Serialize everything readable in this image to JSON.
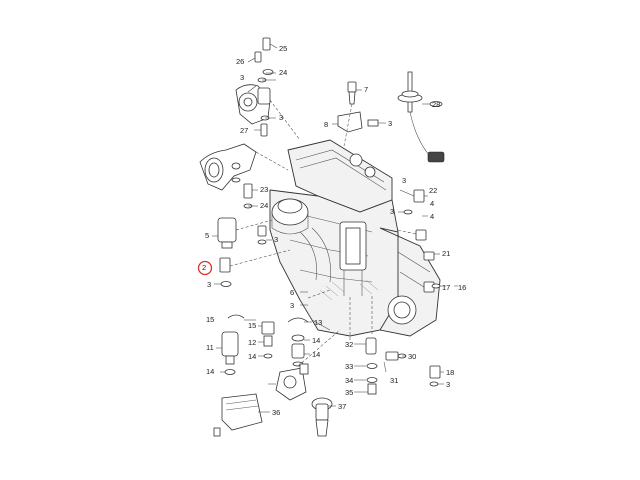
{
  "diagram": {
    "highlight_color": "#d9302a",
    "highlighted_callout": "2",
    "callouts": {
      "c2": "2",
      "c3a": "3",
      "c3b": "3",
      "c3c": "3",
      "c3d": "3",
      "c3e": "3",
      "c3f": "3",
      "c3g": "3",
      "c3h": "3",
      "c4a": "4",
      "c4b": "4",
      "c5": "5",
      "c6": "6",
      "c7": "7",
      "c8": "8",
      "c11": "11",
      "c12": "12",
      "c13": "13",
      "c14a": "14",
      "c14b": "14",
      "c14c": "14",
      "c15a": "15",
      "c15b": "15",
      "c16": "16",
      "c17": "17",
      "c18": "18",
      "c21": "21",
      "c22": "22",
      "c23": "23",
      "c24a": "24",
      "c24b": "24",
      "c25": "25",
      "c26": "26",
      "c27": "27",
      "c28": "28",
      "c30": "30",
      "c31": "31",
      "c32": "32",
      "c33": "33",
      "c34": "34",
      "c35": "35",
      "c36": "36",
      "c37": "37"
    }
  }
}
